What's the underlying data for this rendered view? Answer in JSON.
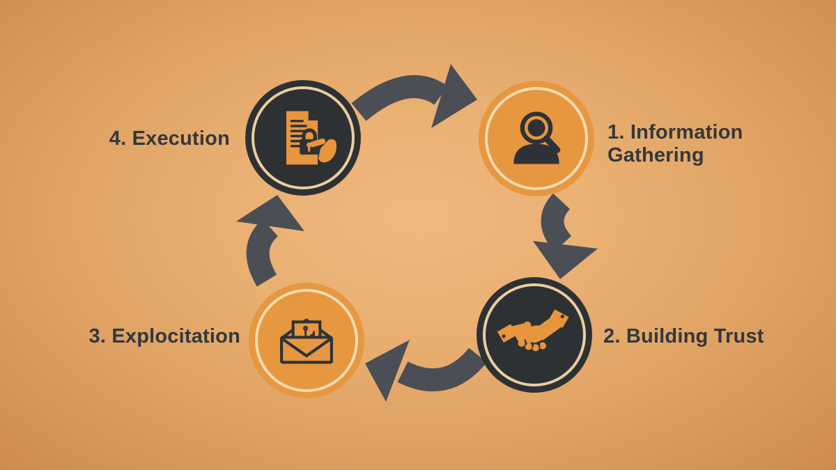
{
  "diagram": {
    "type": "cycle",
    "stages": [
      {
        "order": "1",
        "label": "1. Information Gathering",
        "icon": "person-search-icon",
        "circle_style": "orange"
      },
      {
        "order": "2",
        "label": "2. Building Trust",
        "icon": "handshake-icon",
        "circle_style": "dark"
      },
      {
        "order": "3",
        "label": "3. Explocitation",
        "icon": "phishing-email-icon",
        "circle_style": "orange"
      },
      {
        "order": "4",
        "label": "4. Execution",
        "icon": "document-lock-icon",
        "circle_style": "dark"
      }
    ],
    "arrows": [
      {
        "from": "4",
        "to": "1",
        "position": "top"
      },
      {
        "from": "1",
        "to": "2",
        "position": "right"
      },
      {
        "from": "2",
        "to": "3",
        "position": "bottom"
      },
      {
        "from": "3",
        "to": "4",
        "position": "left"
      }
    ]
  },
  "colors": {
    "background_center": "#f0b880",
    "background_edge": "#cd8c4e",
    "circle_dark": "#2e3134",
    "circle_orange": "#e79740",
    "ring_cream": "#eed4a6",
    "arrow_gray": "#4b4f55",
    "icon_dark": "#2e3236",
    "icon_orange": "#e8963e",
    "text": "#33373c"
  }
}
